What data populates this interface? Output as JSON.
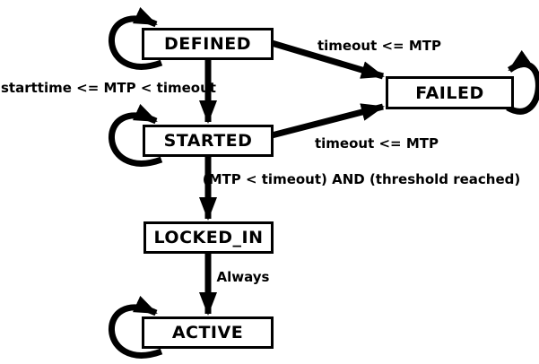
{
  "diagram": {
    "type": "state-machine",
    "colors": {
      "foreground": "#000000",
      "background": "#ffffff"
    },
    "states": [
      {
        "id": "defined",
        "label": "DEFINED",
        "self_loop": true
      },
      {
        "id": "failed",
        "label": "FAILED",
        "self_loop": true
      },
      {
        "id": "started",
        "label": "STARTED",
        "self_loop": true
      },
      {
        "id": "locked_in",
        "label": "LOCKED_IN",
        "self_loop": false
      },
      {
        "id": "active",
        "label": "ACTIVE",
        "self_loop": true
      }
    ],
    "transitions": [
      {
        "from": "DEFINED",
        "to": "STARTED",
        "label": "starttime <= MTP < timeout"
      },
      {
        "from": "DEFINED",
        "to": "FAILED",
        "label": "timeout <= MTP"
      },
      {
        "from": "STARTED",
        "to": "FAILED",
        "label": "timeout <= MTP"
      },
      {
        "from": "STARTED",
        "to": "LOCKED_IN",
        "label": "(MTP < timeout) AND (threshold reached)"
      },
      {
        "from": "LOCKED_IN",
        "to": "ACTIVE",
        "label": "Always"
      }
    ]
  }
}
